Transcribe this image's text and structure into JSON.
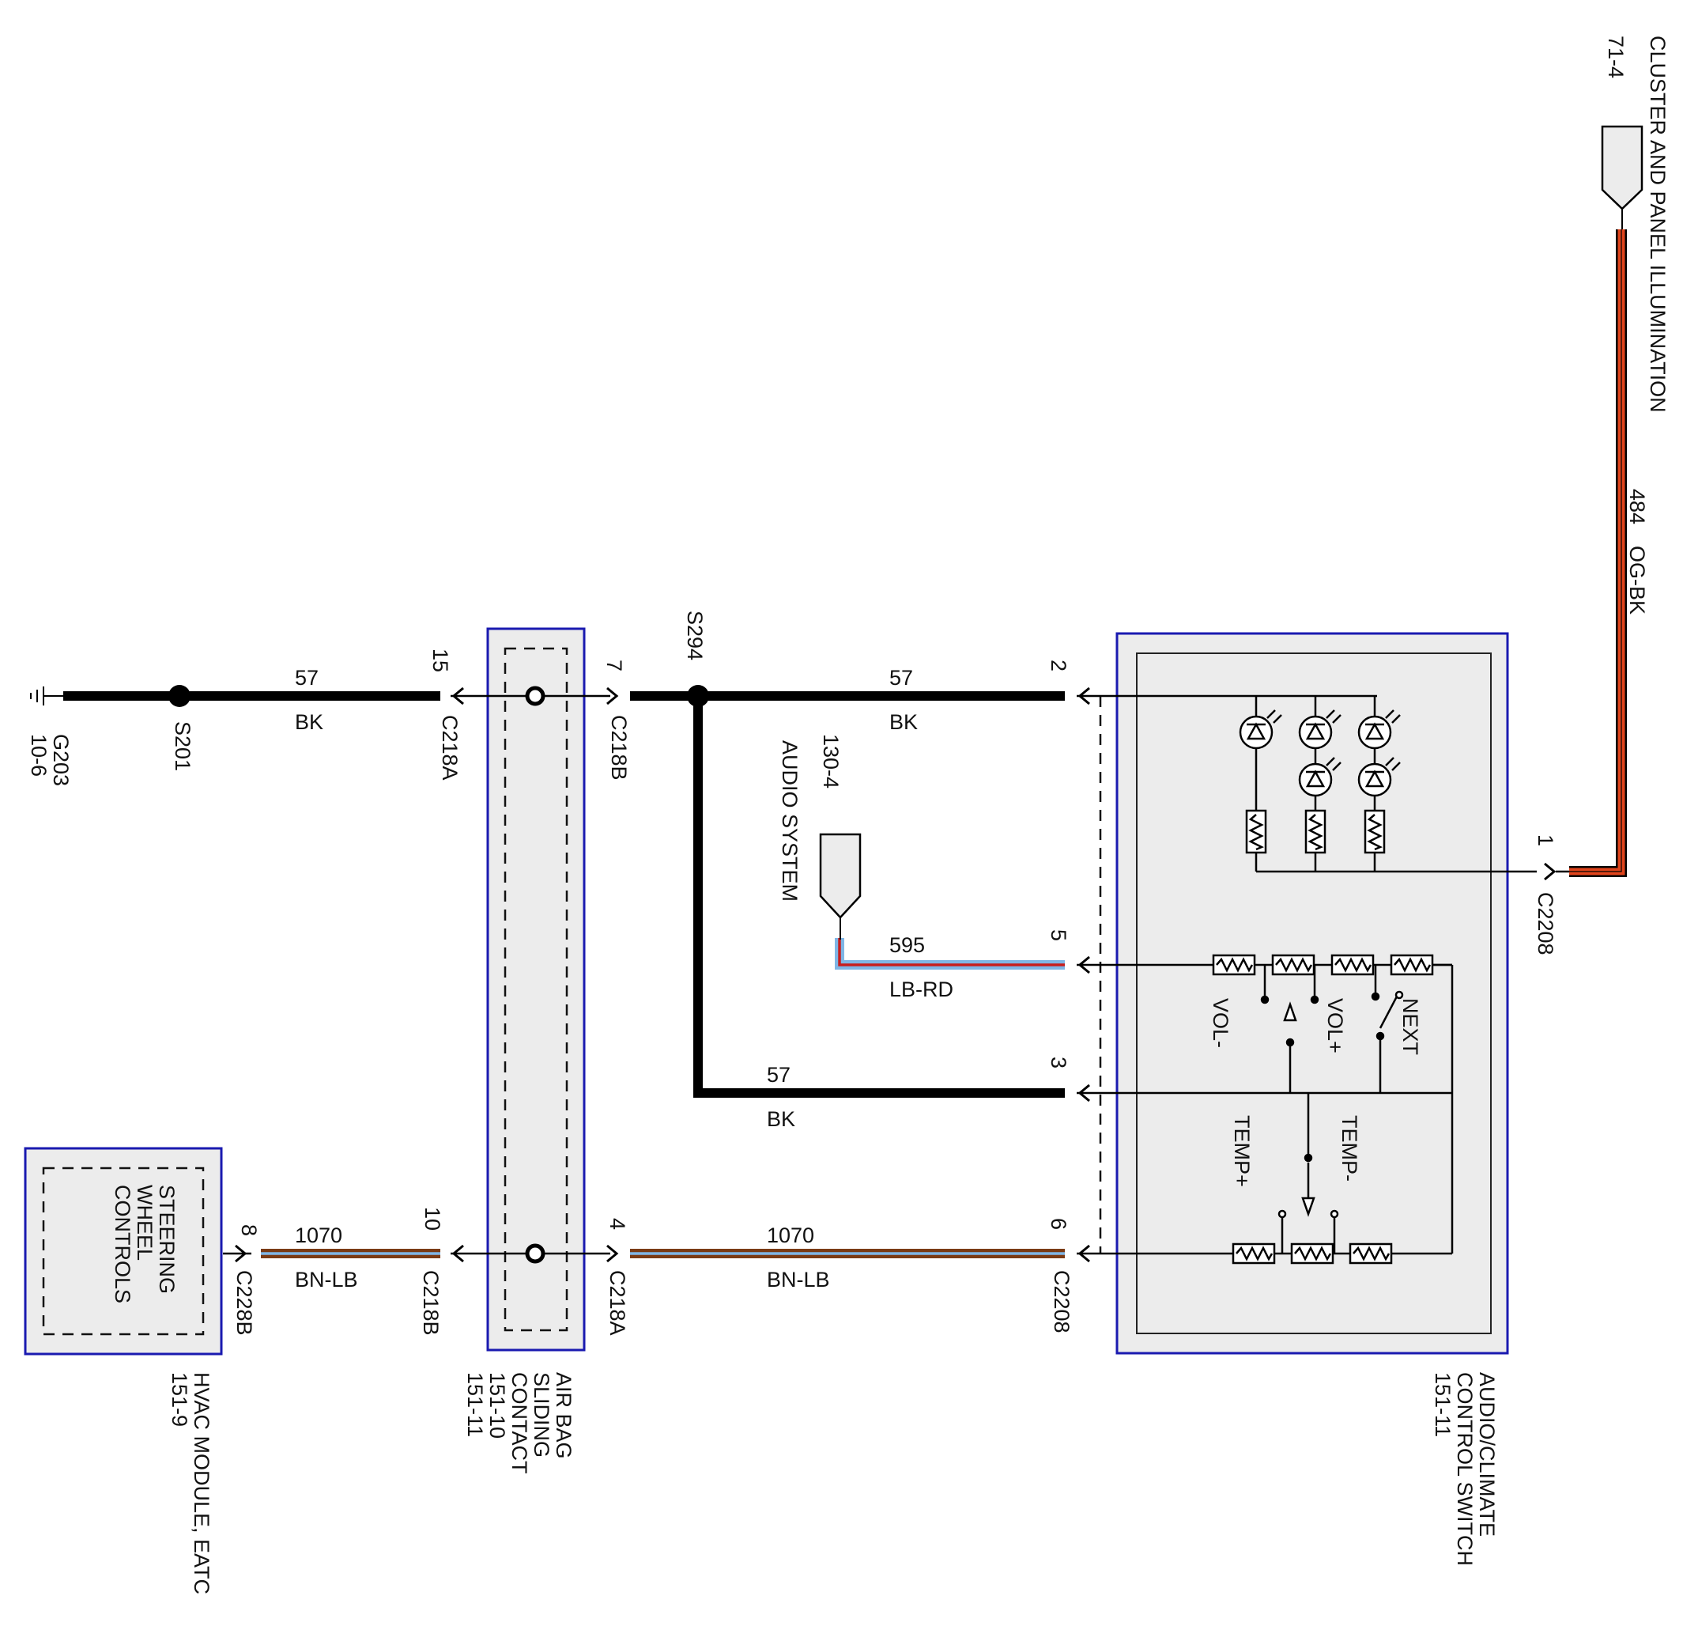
{
  "colors": {
    "wire_bk": "#000000",
    "wire_og": "#e0441c",
    "wire_lb": "#7fb6e6",
    "wire_rd": "#c81e1e",
    "wire_bn": "#7a3a14",
    "module_border": "#1a1ab0",
    "module_fill": "#ececec",
    "connector_fill": "#ececec"
  },
  "top_right": {
    "title": "CLUSTER AND PANEL ILLUMINATION",
    "page_ref": "71-4",
    "wire_circuit": "484",
    "wire_color": "OG-BK"
  },
  "ground": {
    "name": "G203",
    "page_ref": "10-6"
  },
  "splices": {
    "s201": "S201",
    "s294": "S294"
  },
  "wires": {
    "w57_left": {
      "circuit": "57",
      "color": "BK"
    },
    "w57_mid": {
      "circuit": "57",
      "color": "BK"
    },
    "w57_lower": {
      "circuit": "57",
      "color": "BK"
    },
    "w595": {
      "circuit": "595",
      "color": "LB-RD"
    },
    "w1070_left": {
      "circuit": "1070",
      "color": "BN-LB"
    },
    "w1070_right": {
      "circuit": "1070",
      "color": "BN-LB"
    }
  },
  "connectors": {
    "c218a_top": {
      "name": "C218A",
      "pin": "15"
    },
    "c218b_top": {
      "name": "C218B",
      "pin": "7"
    },
    "c2208_pin2": {
      "pin": "2"
    },
    "c2208_pin1": {
      "name": "C2208",
      "pin": "1"
    },
    "c2208_pin5": {
      "pin": "5"
    },
    "c2208_pin3": {
      "pin": "3"
    },
    "c2208_pin6": {
      "name": "C2208",
      "pin": "6"
    },
    "c218a_bottom": {
      "name": "C218A",
      "pin": "4"
    },
    "c218b_bottom": {
      "name": "C218B",
      "pin": "10"
    },
    "c228b": {
      "name": "C228B",
      "pin": "8"
    }
  },
  "audio_system": {
    "name": "AUDIO SYSTEM",
    "page_ref": "130-4"
  },
  "switch_labels": {
    "vol_minus": "VOL-",
    "vol_plus": "VOL+",
    "next": "NEXT",
    "temp_plus": "TEMP+",
    "temp_minus": "TEMP-"
  },
  "modules": {
    "audio_climate": {
      "lines": [
        "AUDIO/CLIMATE",
        "CONTROL SWITCH",
        "151-11"
      ]
    },
    "airbag": {
      "lines": [
        "AIR BAG",
        "SLIDING",
        "CONTACT",
        "151-10",
        "151-11"
      ]
    },
    "hvac": {
      "lines": [
        "HVAC MODULE, EATC",
        "151-9"
      ]
    },
    "steering": {
      "lines": [
        "STEERING",
        "WHEEL",
        "CONTROLS"
      ]
    }
  }
}
